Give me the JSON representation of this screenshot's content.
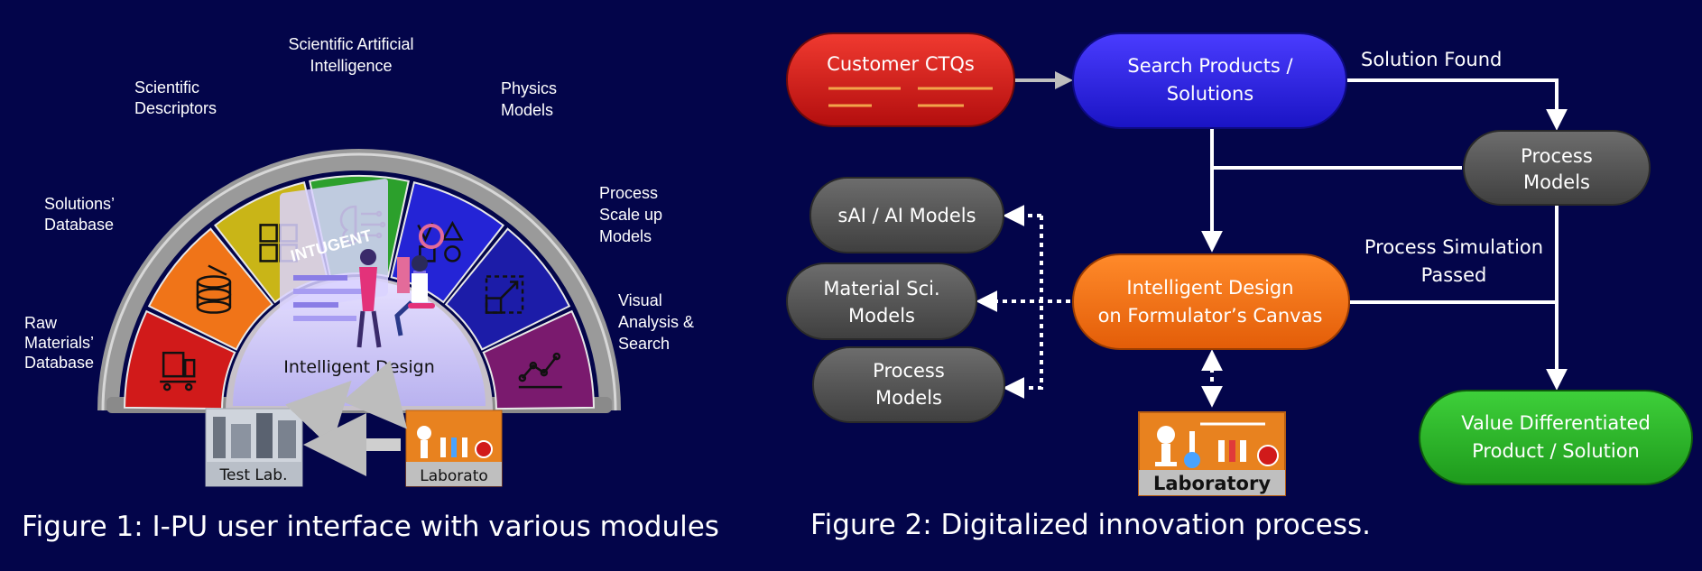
{
  "figure1": {
    "caption": "Figure 1: I-PU user interface with various modules",
    "center_brand": "INTUGENT",
    "center_label": "Intelligent Design",
    "segments": [
      {
        "name": "raw-materials",
        "color": "#d11a1a",
        "icon": "cart-icon"
      },
      {
        "name": "solutions-database",
        "color": "#f07418",
        "icon": "database-icon"
      },
      {
        "name": "scientific-descriptors",
        "color": "#c9b517",
        "icon": "puzzle-icon"
      },
      {
        "name": "scientific-ai",
        "color": "#2ca02c",
        "icon": "brain-circuit-icon"
      },
      {
        "name": "physics-models",
        "color": "#2424d6",
        "icon": "shapes-icon"
      },
      {
        "name": "process-scale-up",
        "color": "#1c1ca8",
        "icon": "scale-up-icon"
      },
      {
        "name": "visual-analysis",
        "color": "#7a1a6e",
        "icon": "chart-icon"
      }
    ],
    "labels": {
      "raw": [
        "Raw",
        "Materials’",
        "Database"
      ],
      "solutions": [
        "Solutions’",
        "Database"
      ],
      "descriptors": [
        "Scientific",
        "Descriptors"
      ],
      "sai": [
        "Scientific Artificial",
        "Intelligence"
      ],
      "physics": [
        "Physics",
        "Models"
      ],
      "scaleup": [
        "Process",
        "Scale up",
        "Models"
      ],
      "visual": [
        "Visual",
        "Analysis &",
        "Search"
      ]
    },
    "test_lab": "Test Lab.",
    "laborato": "Laborato"
  },
  "figure2": {
    "caption": "Figure 2: Digitalized innovation process.",
    "customer_ctqs": "Customer CTQs",
    "search": [
      "Search Products /",
      "Solutions"
    ],
    "solution_found": "Solution Found",
    "process_models_right": [
      "Process",
      "Models"
    ],
    "sai_models": "sAI / AI Models",
    "material_sci": [
      "Material Sci.",
      "Models"
    ],
    "process_models_left": [
      "Process",
      "Models"
    ],
    "intelligent_design": [
      "Intelligent Design",
      "on Formulator’s Canvas"
    ],
    "process_sim": [
      "Process Simulation",
      "Passed"
    ],
    "value_diff": [
      "Value Differentiated",
      "Product / Solution"
    ],
    "laboratory": "Laboratory"
  }
}
